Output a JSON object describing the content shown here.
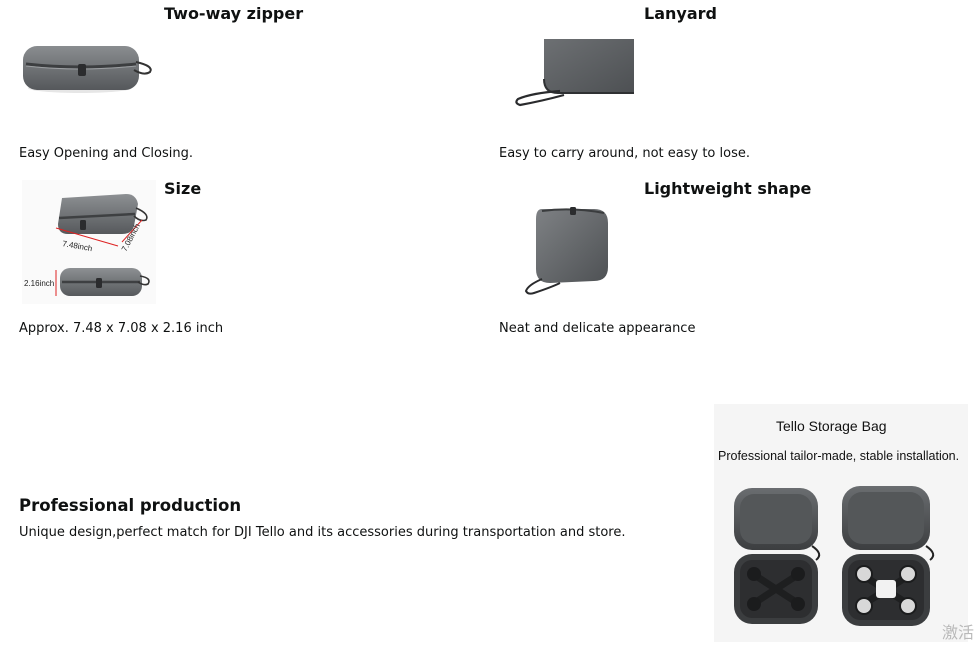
{
  "sections": [
    {
      "title": "Two-way zipper",
      "text": "Easy Opening and Closing."
    },
    {
      "title": "Lanyard",
      "text": "Easy to carry around, not easy to lose."
    },
    {
      "title": "Size",
      "text": "Approx. 7.48 x 7.08 x 2.16 inch"
    },
    {
      "title": "Lightweight shape",
      "text": "Neat and delicate appearance"
    }
  ],
  "size_image": {
    "length_label": "7.48inch",
    "width_label": "7.08inch",
    "height_label": "2.16inch"
  },
  "production": {
    "title": "Professional production",
    "text": "Unique design,perfect match for DJI Tello and its accessories during transportation and store."
  },
  "poster": {
    "title": "Tello Storage Bag",
    "subtitle": "Professional tailor-made, stable installation."
  },
  "watermark": "激活"
}
